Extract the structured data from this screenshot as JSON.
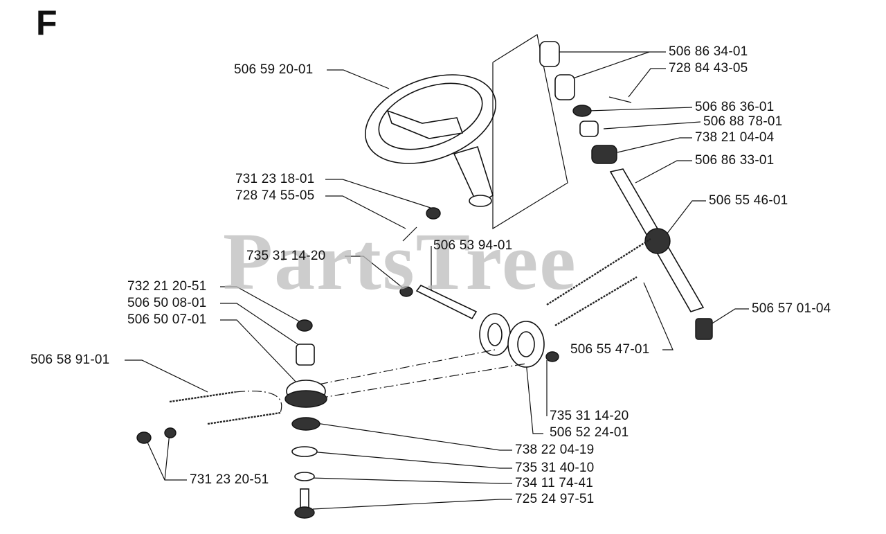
{
  "section_letter": "F",
  "watermark": "PartsTree",
  "part_numbers": [
    "506 59 20-01",
    "506 86 34-01",
    "728 84 43-05",
    "506 86 36-01",
    "506 88 78-01",
    "738 21 04-04",
    "506 86 33-01",
    "731 23 18-01",
    "728 74 55-05",
    "506 55 46-01",
    "506 53 94-01",
    "735 31 14-20",
    "732 21 20-51",
    "506 50 08-01",
    "506 50 07-01",
    "506 57 01-04",
    "506 58 91-01",
    "506 55 47-01",
    "735 31 14-20",
    "506 52 24-01",
    "738 22 04-19",
    "735 31 40-10",
    "734 11 74-41",
    "731 23 20-51",
    "725 24 97-51"
  ]
}
